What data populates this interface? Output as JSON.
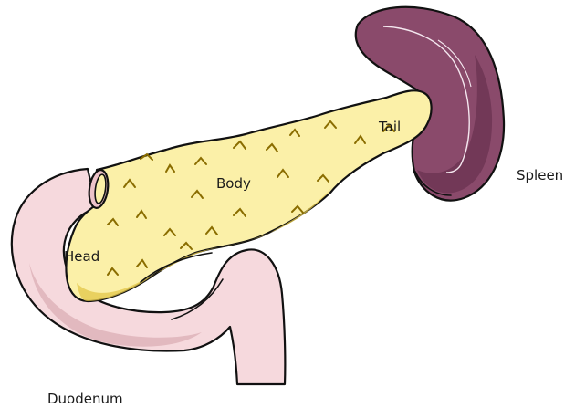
{
  "labels": {
    "head": "Head",
    "body": "Body",
    "tail": "Tail",
    "spleen": "Spleen",
    "duodenum": "Duodenum"
  },
  "colors": {
    "pancreas_fill": "#fbf0a8",
    "pancreas_shadow": "#e3c748",
    "spleen_fill": "#8a4a6b",
    "spleen_shadow": "#6d3553",
    "spleen_highlight": "#f4e7ef",
    "duodenum_fill": "#f6d9dd",
    "duodenum_shadow": "#e2b9bf",
    "duct_fill": "#ecc2c9",
    "outline": "#111111"
  }
}
